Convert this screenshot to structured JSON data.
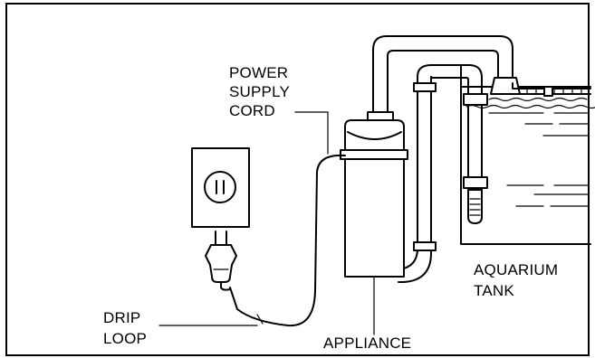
{
  "labels": {
    "power_supply_cord": [
      "POWER",
      "SUPPLY",
      "CORD"
    ],
    "drip_loop": [
      "DRIP",
      "LOOP"
    ],
    "appliance": "APPLIANCE",
    "aquarium_tank": [
      "AQUARIUM",
      "TANK"
    ]
  }
}
